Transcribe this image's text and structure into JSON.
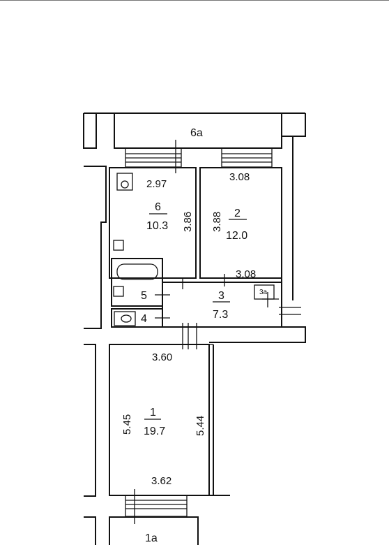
{
  "plan": {
    "rooms": [
      {
        "id": "1",
        "area": "19.7",
        "dims": [
          "3.60",
          "5.45",
          "5.44",
          "3.62"
        ]
      },
      {
        "id": "2",
        "area": "12.0",
        "dims": [
          "3.08",
          "3.88"
        ]
      },
      {
        "id": "3",
        "area": "7.3",
        "dims": [
          "3.08"
        ]
      },
      {
        "id": "4"
      },
      {
        "id": "5"
      },
      {
        "id": "6",
        "area": "10.3",
        "dims": [
          "2.97",
          "3.86"
        ]
      }
    ],
    "balconies": [
      "6a",
      "1a"
    ],
    "closet": "3a"
  }
}
